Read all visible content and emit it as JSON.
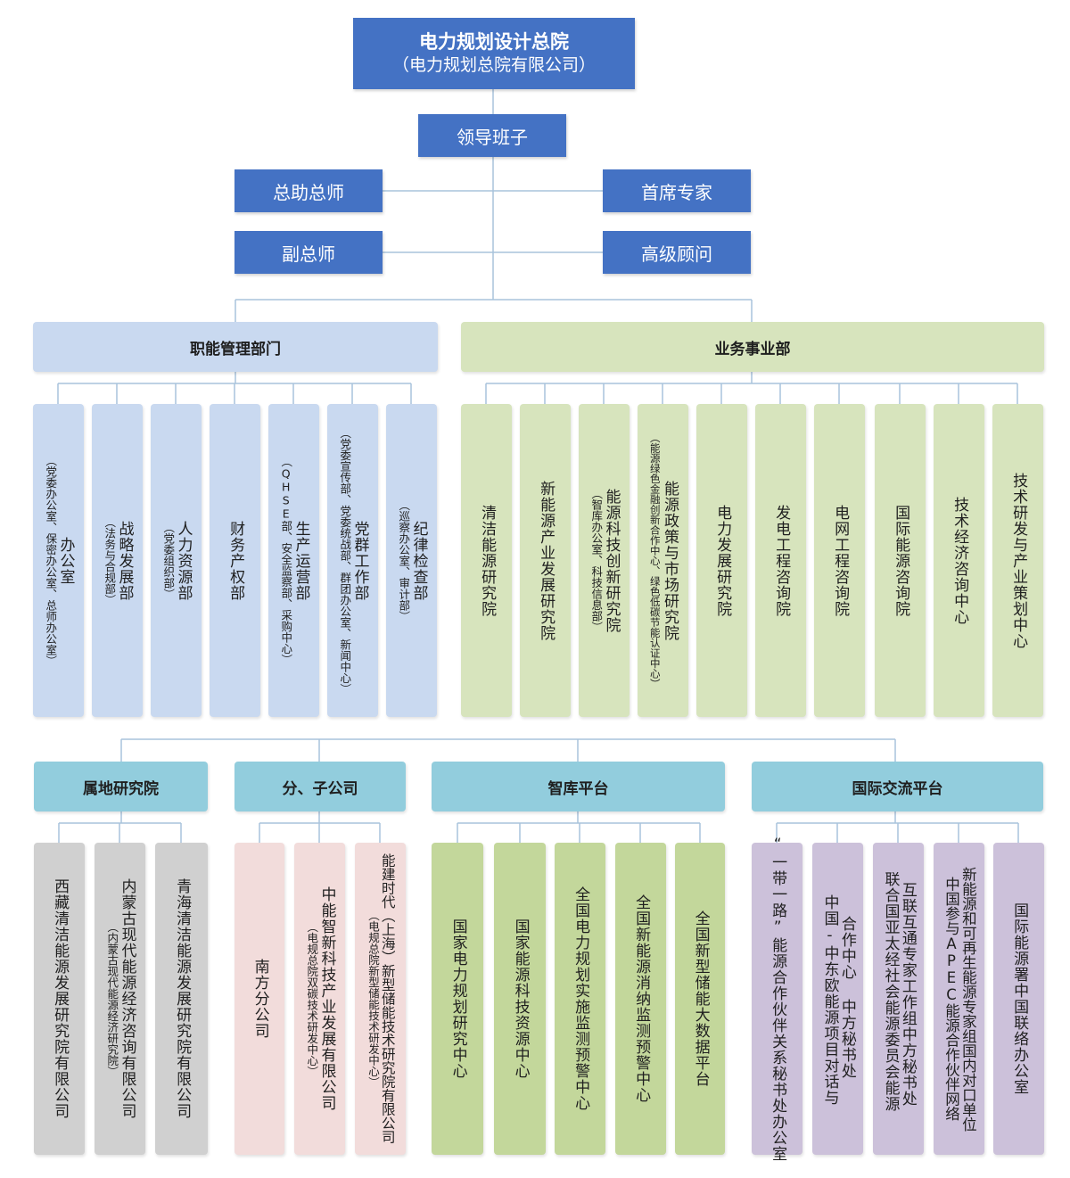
{
  "top": {
    "title": "电力规划设计总院",
    "subtitle": "（电力规划总院有限公司）"
  },
  "leadership": "领导班子",
  "assistants": "总助总师",
  "chief_experts": "首席专家",
  "deputy_chief": "副总师",
  "senior_advisors": "高级顾问",
  "functional": {
    "title": "职能管理部门",
    "items": [
      {
        "name": "办公室",
        "note": "（党委办公室、保密办公室、总师办公室）"
      },
      {
        "name": "战略发展部",
        "note": "（法务与合规部）"
      },
      {
        "name": "人力资源部",
        "note": "（党委组织部）"
      },
      {
        "name": "财务产权部",
        "note": ""
      },
      {
        "name": "生产运营部",
        "note": "（QHSE部、安全监察部、采购中心）"
      },
      {
        "name": "党群工作部",
        "note": "（党委宣传部、党委统战部、群团办公室、新闻中心）"
      },
      {
        "name": "纪律检查部",
        "note": "（巡察办公室、审计部）"
      }
    ]
  },
  "business": {
    "title": "业务事业部",
    "items": [
      {
        "name": "清洁能源研究院",
        "note": ""
      },
      {
        "name": "新能源产业发展研究院",
        "note": ""
      },
      {
        "name": "能源科技创新研究院",
        "note": "（智库办公室、科技信息部）"
      },
      {
        "name": "能源政策与市场研究院",
        "note": "（能源绿色金融创新合作中心、绿色低碳节能认证中心）"
      },
      {
        "name": "电力发展研究院",
        "note": ""
      },
      {
        "name": "发电工程咨询院",
        "note": ""
      },
      {
        "name": "电网工程咨询院",
        "note": ""
      },
      {
        "name": "国际能源咨询院",
        "note": ""
      },
      {
        "name": "技术经济咨询中心",
        "note": ""
      },
      {
        "name": "技术研发与产业策划中心",
        "note": ""
      }
    ]
  },
  "local": {
    "title": "属地研究院",
    "items": [
      {
        "name": "西藏清洁能源发展研究院有限公司",
        "note": ""
      },
      {
        "name": "内蒙古现代能源经济咨询有限公司",
        "note": "（内蒙古现代能源经济研究院）"
      },
      {
        "name": "青海清洁能源发展研究院有限公司",
        "note": ""
      }
    ]
  },
  "subsidiaries": {
    "title": "分、子公司",
    "items": [
      {
        "name": "南方分公司",
        "note": ""
      },
      {
        "name": "中能智新科技产业发展有限公司",
        "note": "（电规总院双碳技术研发中心）"
      },
      {
        "name": "能建时代（上海）新型储能技术研究院有限公司",
        "note": "（电规总院新型储能技术研发中心）"
      }
    ]
  },
  "think_tank": {
    "title": "智库平台",
    "items": [
      {
        "name": "国家电力规划研究中心"
      },
      {
        "name": "国家能源科技资源中心"
      },
      {
        "name": "全国电力规划实施监测预警中心"
      },
      {
        "name": "全国新能源消纳监测预警中心"
      },
      {
        "name": "全国新型储能大数据平台"
      }
    ]
  },
  "international": {
    "title": "国际交流平台",
    "items": [
      {
        "lines": [
          "“一带一路”能源合作伙伴关系秘书处办公室"
        ]
      },
      {
        "lines": [
          "合作中心 中方秘书处",
          "中国-中东欧能源项目对话与"
        ]
      },
      {
        "lines": [
          "互联互通专家工作组中方秘书处",
          "联合国亚太经社会能源委员会能源"
        ]
      },
      {
        "lines": [
          "新能源和可再生能源专家组国内对口单位",
          "中国参与APEC能源合作伙伴网络"
        ]
      },
      {
        "lines": [
          "国际能源署中国联络办公室"
        ]
      }
    ]
  },
  "colors": {
    "top_blue": "#4472c4",
    "functional_fill": "#c9d9f0",
    "business_fill": "#d7e4bd",
    "section_header": "#92cddd",
    "local_fill": "#d0d0d0",
    "subsidiary_fill": "#f2dcdb",
    "think_tank_fill": "#c3d79b",
    "international_fill": "#ccc1da",
    "connector": "#a8c3dc"
  }
}
